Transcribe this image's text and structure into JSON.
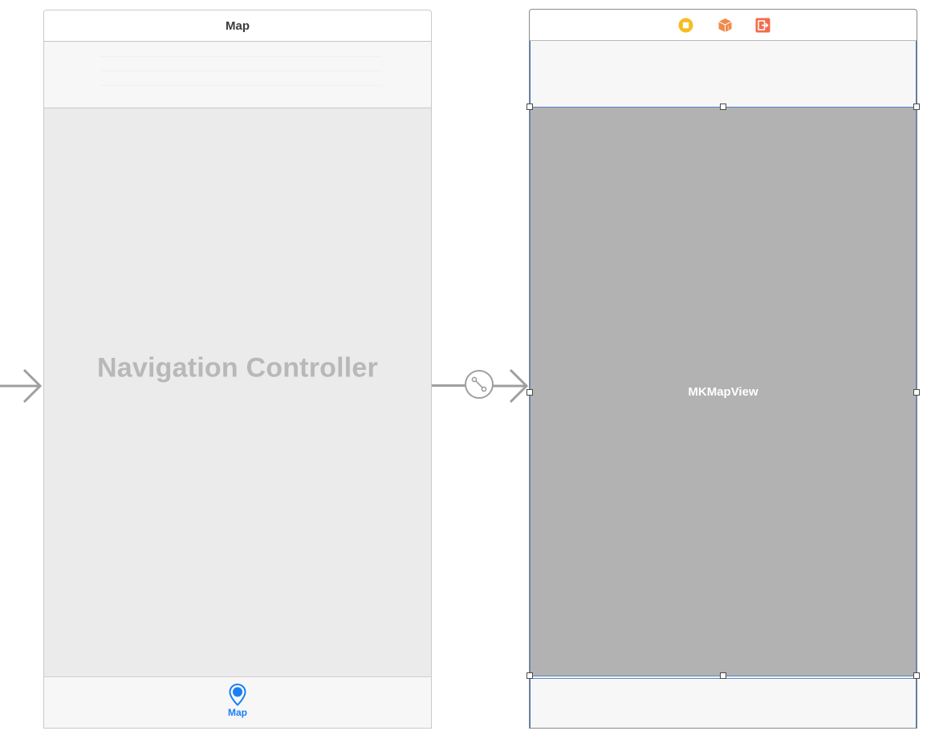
{
  "nav_controller": {
    "title": "Map",
    "placeholder": "Navigation Controller",
    "tab_bar": {
      "items": [
        {
          "label": "Map",
          "icon": "map-pin-icon",
          "selected": true
        }
      ]
    }
  },
  "view_controller": {
    "dock_icons": [
      {
        "name": "view-controller-icon",
        "color": "#f5bd1f"
      },
      {
        "name": "first-responder-icon",
        "color": "#f08a4b"
      },
      {
        "name": "exit-icon",
        "color": "#f06d4b"
      }
    ],
    "map_view": {
      "label": "MKMapView"
    }
  },
  "colors": {
    "accent": "#1a7ff5",
    "selection": "#3d74bd",
    "map_fill": "#b2b2b2",
    "segue": "#9f9f9f"
  }
}
